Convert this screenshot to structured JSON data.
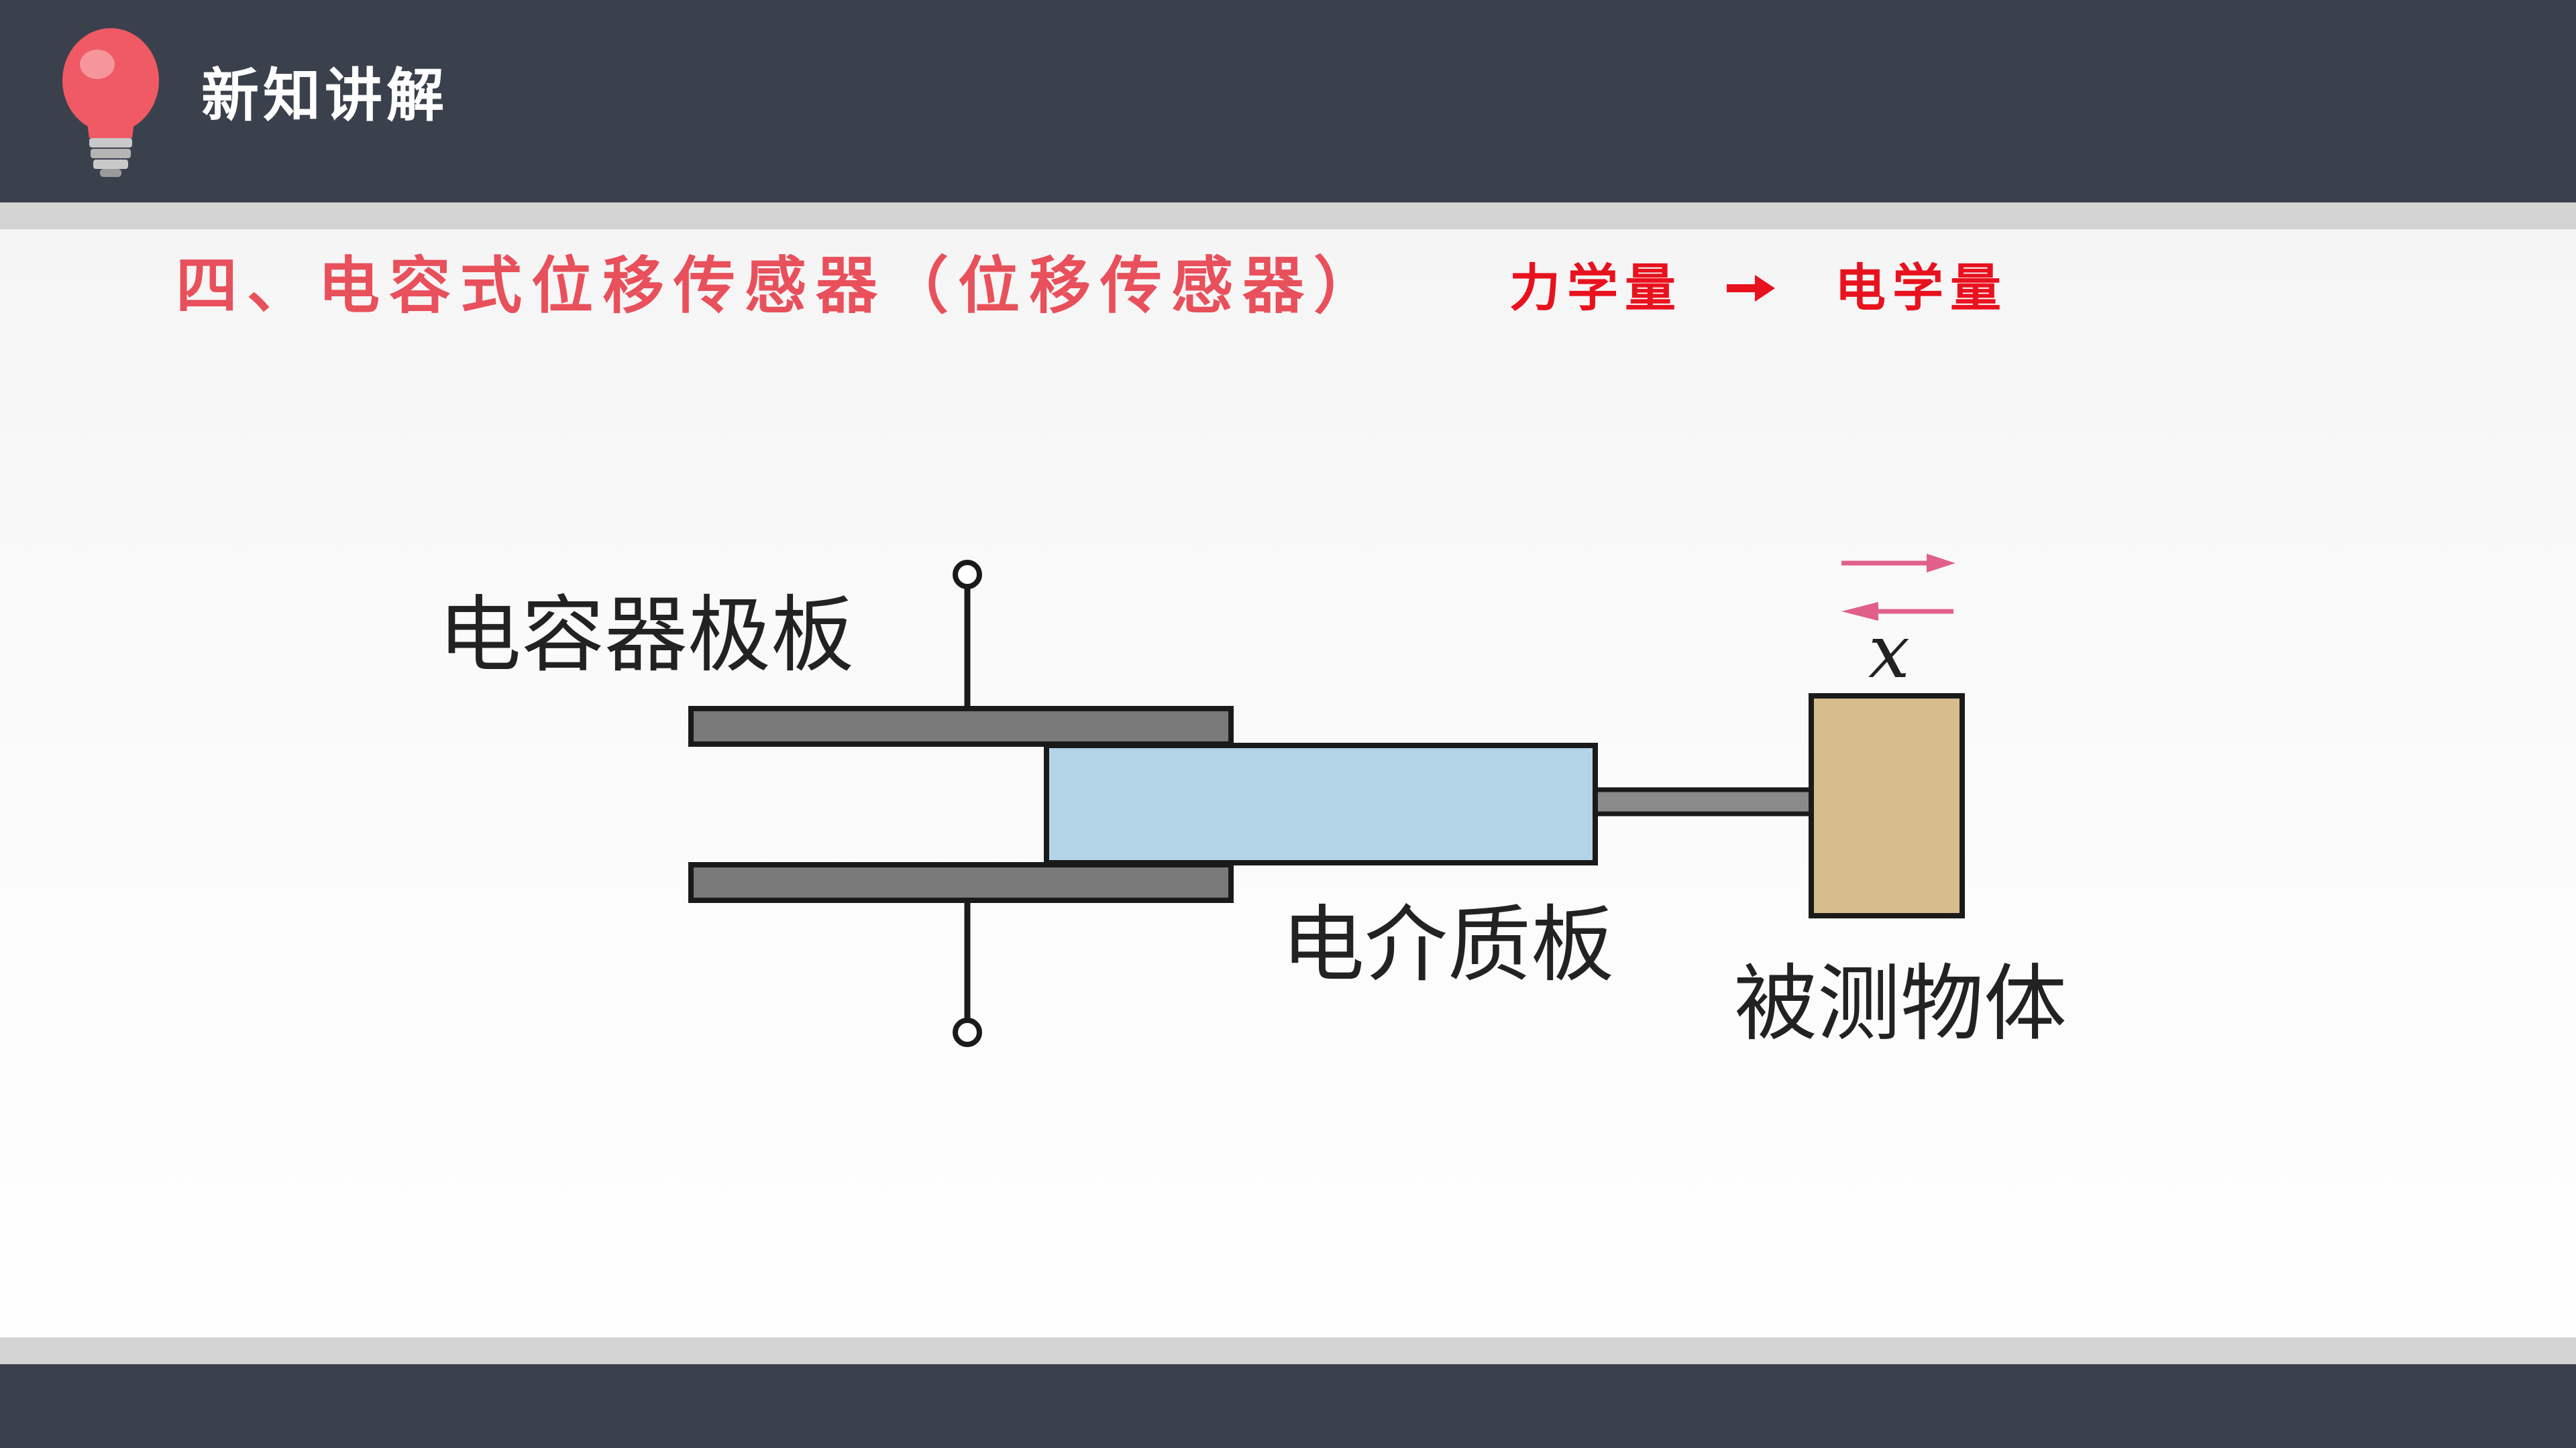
{
  "header": {
    "title": "新知讲解",
    "icon": "light-bulb-icon"
  },
  "section": {
    "title": "四、电容式位移传感器（位移传感器）",
    "conversion": {
      "from": "力学量",
      "arrow": "arrow-right-icon",
      "to": "电学量"
    }
  },
  "diagram": {
    "labels": {
      "plates": "电容器极板",
      "dielectric": "电介质板",
      "object": "被测物体",
      "displacement": "x"
    },
    "colors": {
      "plate": "#7a7a7a",
      "dielectric": "#b3d3e6",
      "object": "#d7bc8c",
      "rod": "#8a8a8a",
      "arrows": "#e0608a",
      "title": "#e8505b",
      "conversion": "#e8121e",
      "bar": "#3b414c"
    }
  }
}
